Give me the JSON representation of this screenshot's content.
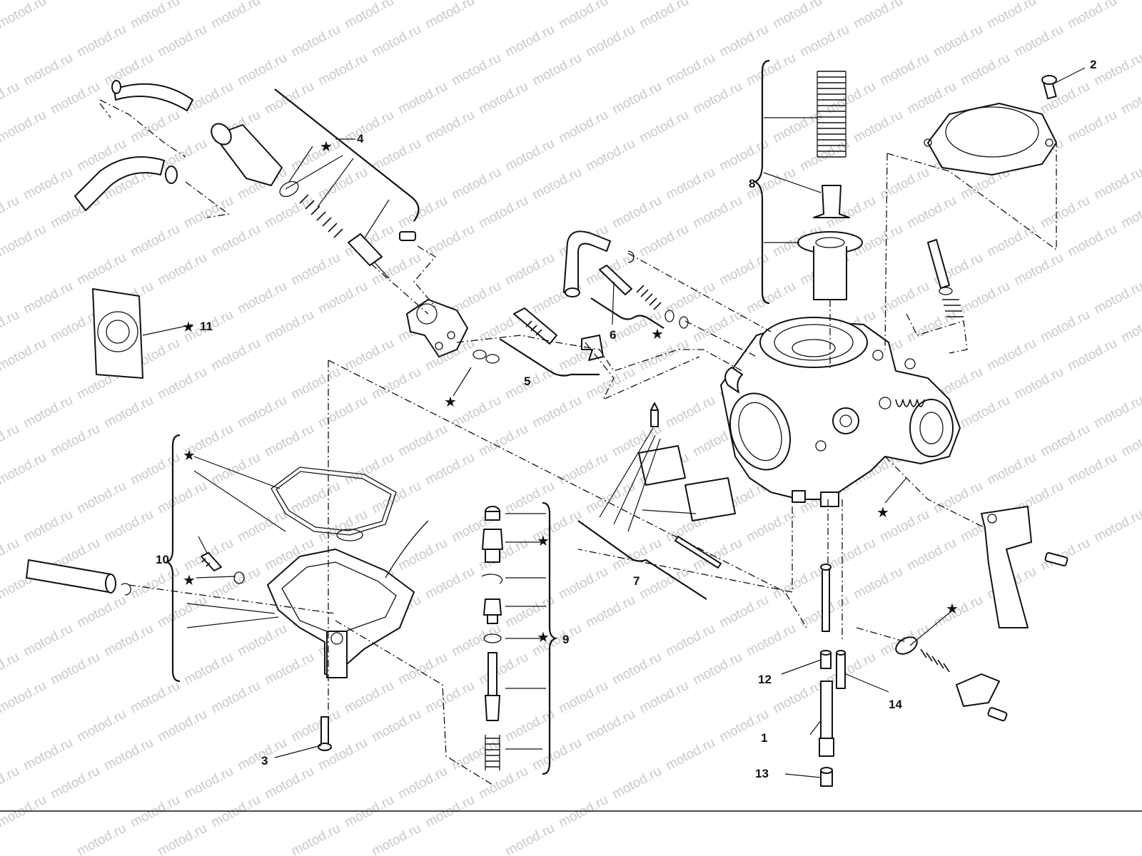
{
  "watermark": "motod.ru",
  "callouts": {
    "c1": "1",
    "c2": "2",
    "c3": "3",
    "c4": "4",
    "c5": "5",
    "c6": "6",
    "c7": "7",
    "c8": "8",
    "c9": "9",
    "c10": "10",
    "c11": "11",
    "c12": "12",
    "c13": "13",
    "c14": "14"
  },
  "star_symbol": "★",
  "colors": {
    "line": "#111111",
    "watermark": "#c9c9c9",
    "background": "#ffffff"
  }
}
